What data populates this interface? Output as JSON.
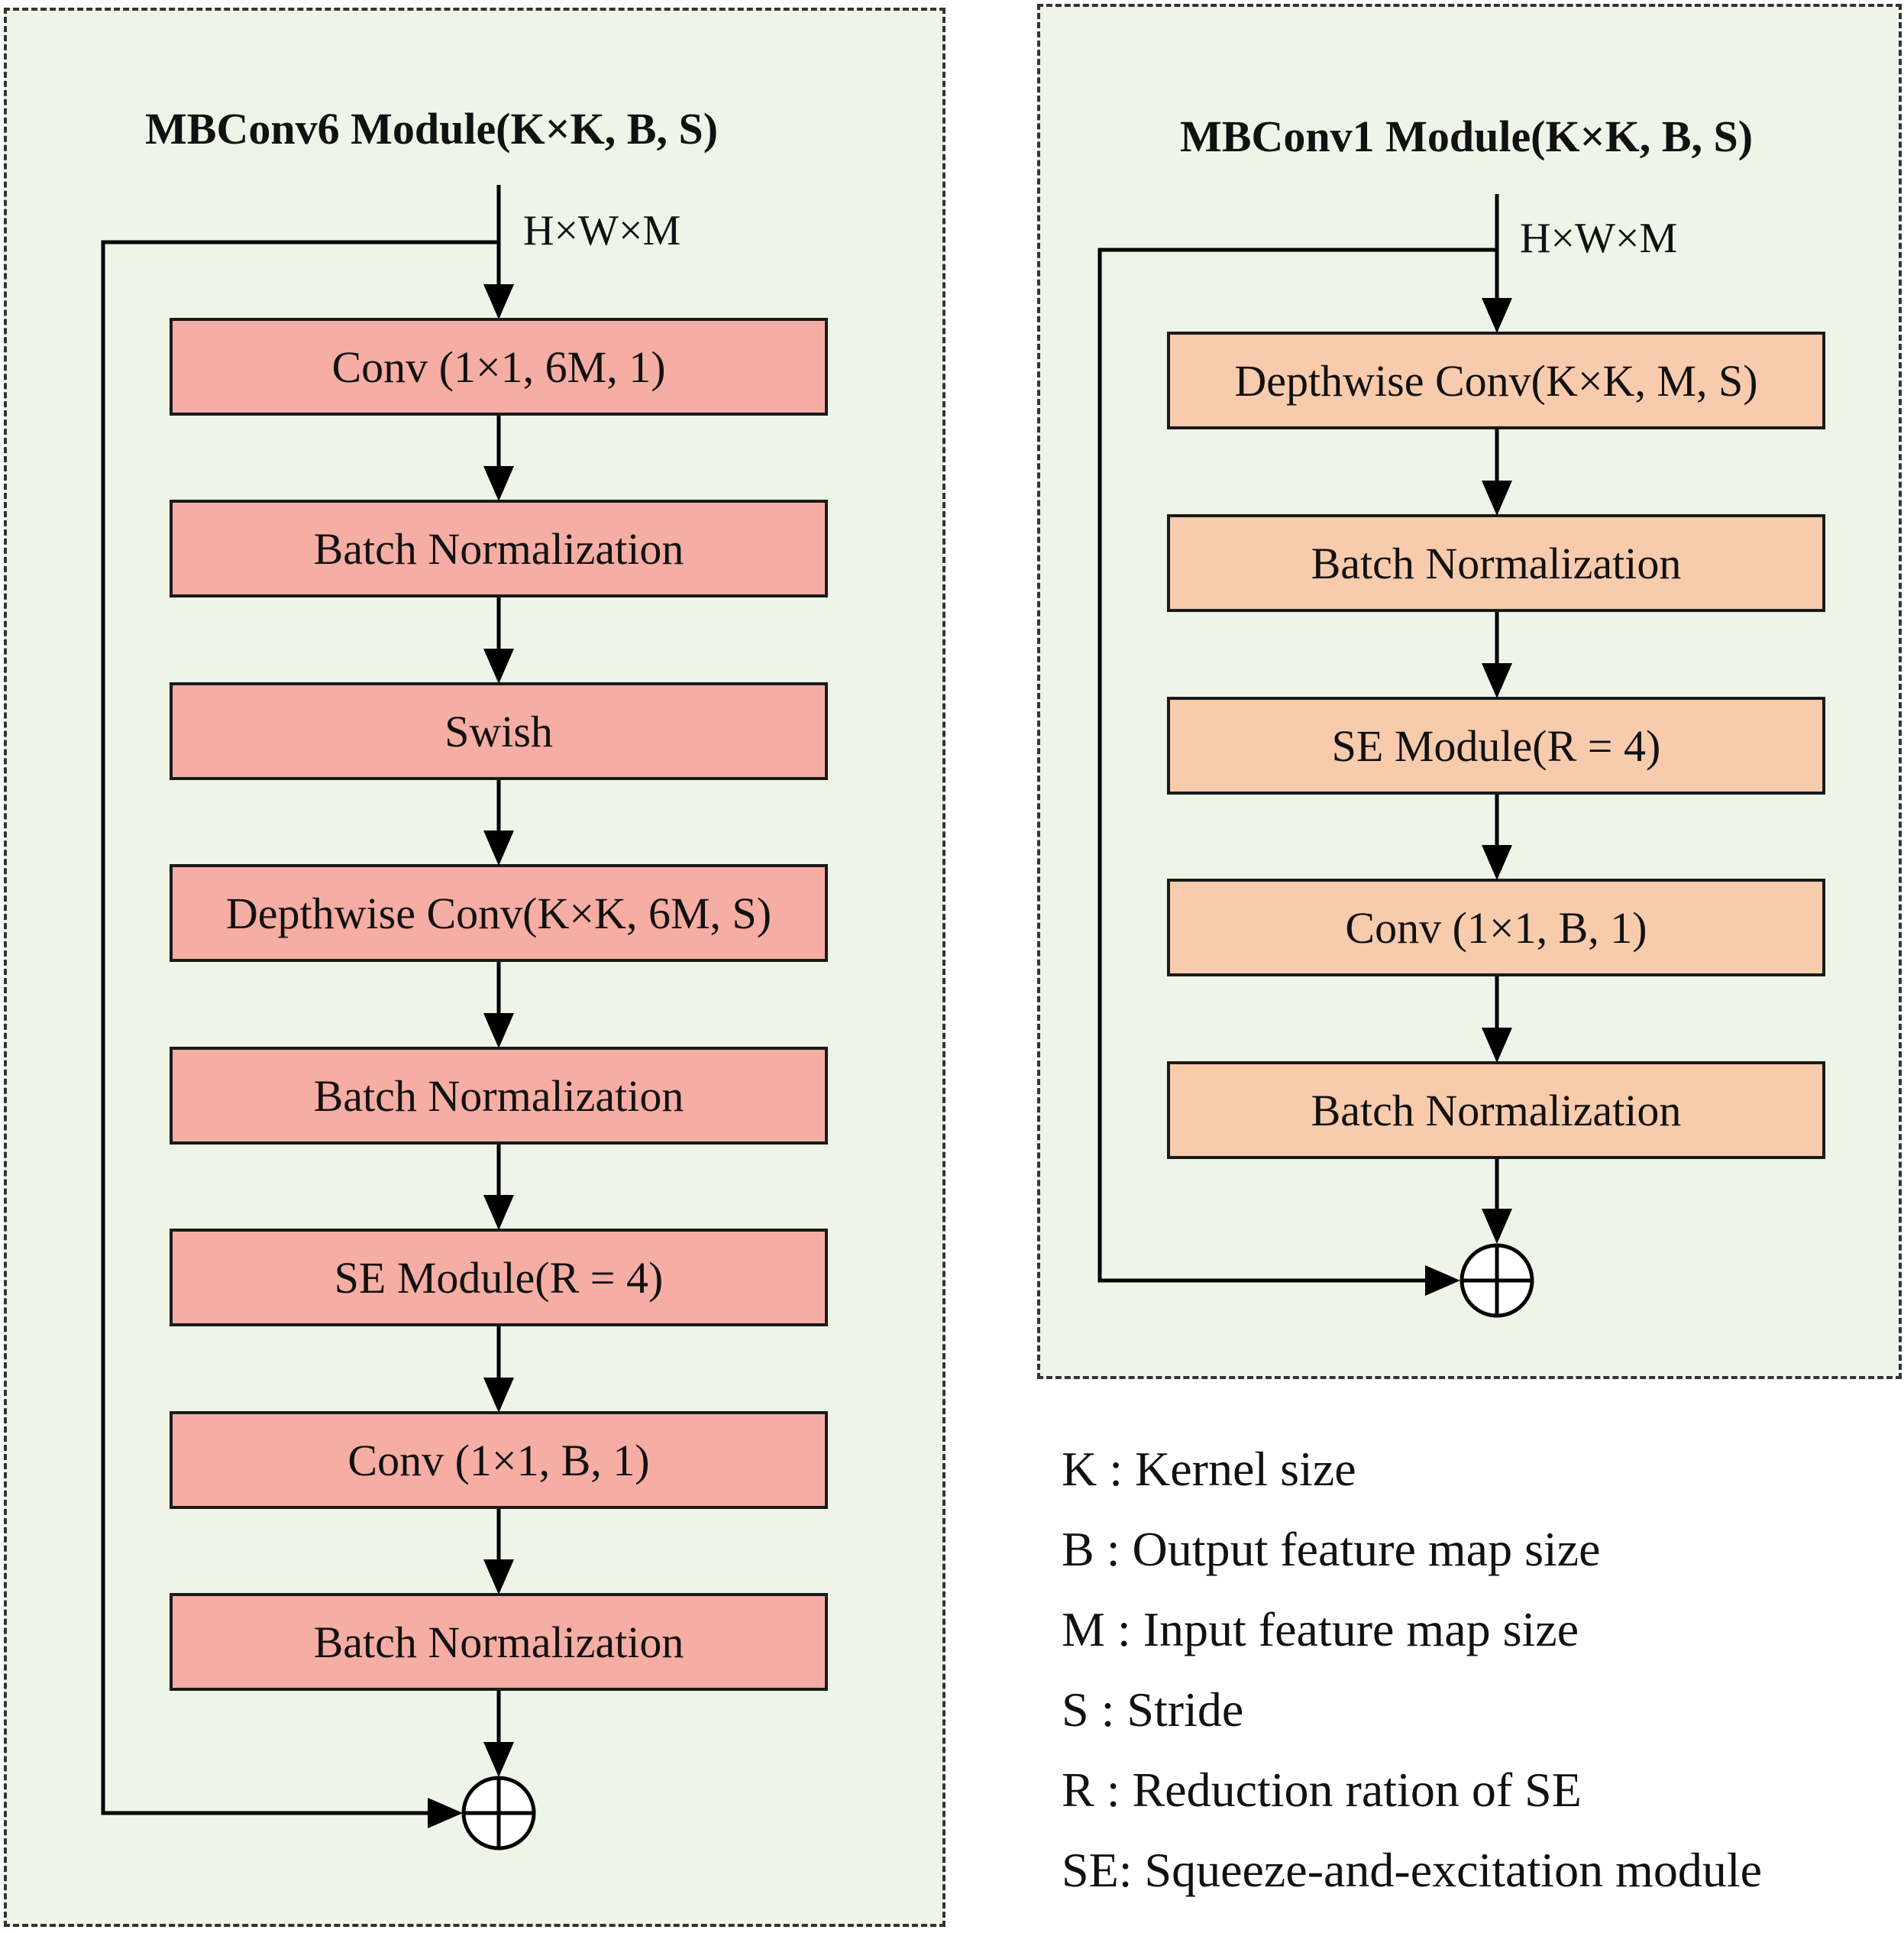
{
  "left_module": {
    "title": "MBConv6 Module(K×K, B, S)",
    "input_label": "H×W×M",
    "blocks": [
      "Conv (1×1, 6M, 1)",
      "Batch Normalization",
      "Swish",
      "Depthwise Conv(K×K, 6M, S)",
      "Batch Normalization",
      "SE Module(R = 4)",
      "Conv (1×1, B, 1)",
      "Batch Normalization"
    ],
    "block_color": "#f6ada3"
  },
  "right_module": {
    "title": "MBConv1 Module(K×K, B, S)",
    "input_label": "H×W×M",
    "blocks": [
      "Depthwise Conv(K×K, M, S)",
      "Batch Normalization",
      "SE Module(R = 4)",
      "Conv (1×1, B, 1)",
      "Batch Normalization"
    ],
    "block_color": "#f8cbad"
  },
  "legend": [
    "K : Kernel size",
    "B : Output feature map size",
    "M : Input feature map size",
    "S : Stride",
    "R : Reduction ration of SE",
    "SE: Squeeze-and-excitation module"
  ],
  "panel_background": "#eef5e8",
  "icons": {
    "add": "circled-plus-icon"
  }
}
